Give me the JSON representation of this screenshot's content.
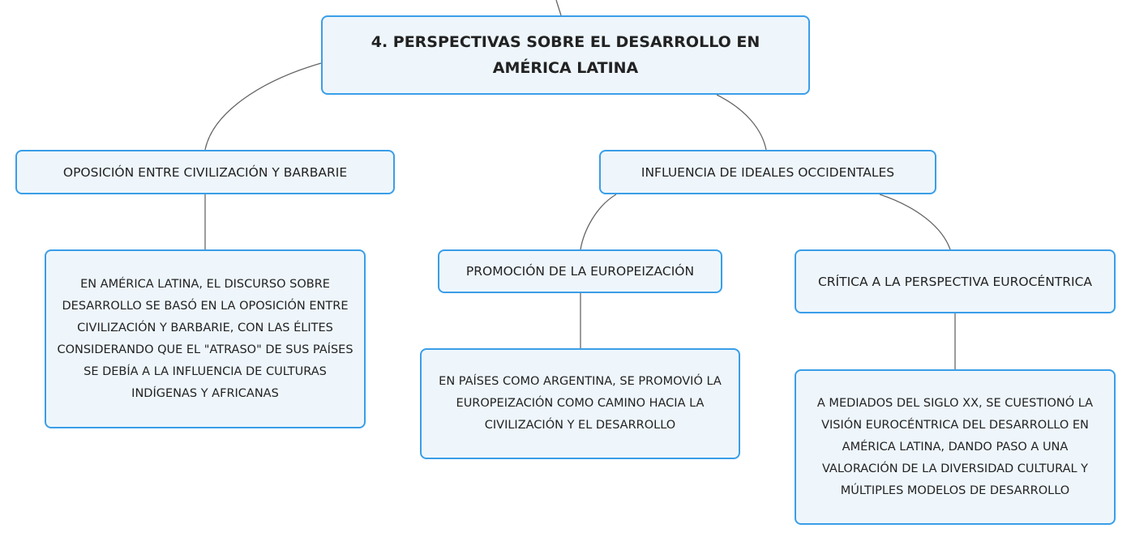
{
  "diagram": {
    "root": {
      "label": "4. PERSPECTIVAS SOBRE EL DESARROLLO EN AMÉRICA LATINA"
    },
    "branches": [
      {
        "label": "OPOSICIÓN ENTRE CIVILIZACIÓN Y BARBARIE",
        "children": [
          {
            "label": "EN AMÉRICA LATINA, EL DISCURSO SOBRE DESARROLLO SE BASÓ EN LA OPOSICIÓN ENTRE CIVILIZACIÓN Y BARBARIE, CON LAS ÉLITES CONSIDERANDO QUE EL \"ATRASO\" DE SUS PAÍSES SE DEBÍA A LA INFLUENCIA DE CULTURAS INDÍGENAS Y AFRICANAS"
          }
        ]
      },
      {
        "label": "INFLUENCIA DE IDEALES OCCIDENTALES",
        "children": [
          {
            "label": "PROMOCIÓN DE LA EUROPEIZACIÓN",
            "children": [
              {
                "label": "EN PAÍSES COMO ARGENTINA, SE PROMOVIÓ LA EUROPEIZACIÓN COMO CAMINO HACIA LA CIVILIZACIÓN Y EL DESARROLLO"
              }
            ]
          },
          {
            "label": "CRÍTICA A LA PERSPECTIVA EUROCÉNTRICA",
            "children": [
              {
                "label": "A MEDIADOS DEL SIGLO XX, SE CUESTIONÓ LA VISIÓN EUROCÉNTRICA DEL DESARROLLO EN AMÉRICA LATINA, DANDO PASO A UNA VALORACIÓN DE LA DIVERSIDAD CULTURAL Y MÚLTIPLES MODELOS DE DESARROLLO"
              }
            ]
          }
        ]
      }
    ]
  },
  "colors": {
    "node_fill": "#eef6fc",
    "node_border": "#3a9ee8",
    "connector": "#666666",
    "text": "#222222"
  }
}
